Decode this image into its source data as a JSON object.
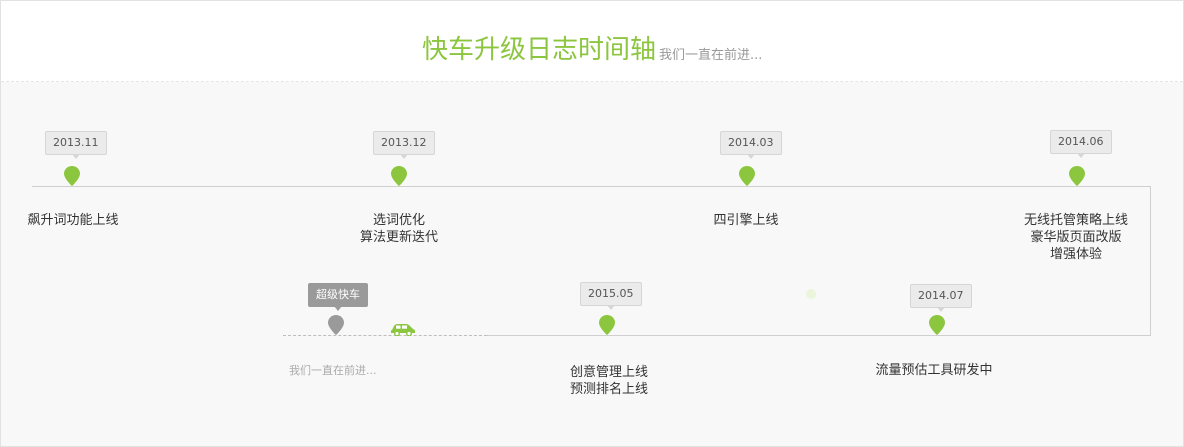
{
  "header": {
    "title": "快车升级日志时间轴",
    "subtitle": "我们一直在前进..."
  },
  "colors": {
    "accent": "#8cc63f",
    "pin_future": "#9a9a9a"
  },
  "milestones": [
    {
      "date": "2013.11",
      "lines": [
        "飙升词功能上线"
      ]
    },
    {
      "date": "2013.12",
      "lines": [
        "选词优化",
        "算法更新迭代"
      ]
    },
    {
      "date": "2014.03",
      "lines": [
        "四引擎上线"
      ]
    },
    {
      "date": "2014.06",
      "lines": [
        "无线托管策略上线",
        "豪华版页面改版",
        "增强体验"
      ]
    },
    {
      "date": "2014.07",
      "lines": [
        "流量预估工具研发中"
      ]
    },
    {
      "date": "2015.05",
      "lines": [
        "创意管理上线",
        "预测排名上线"
      ]
    }
  ],
  "future": {
    "badge": "超级快车",
    "caption": "我们一直在前进..."
  },
  "icons": {
    "pin": "map-pin-icon",
    "car": "car-icon"
  }
}
